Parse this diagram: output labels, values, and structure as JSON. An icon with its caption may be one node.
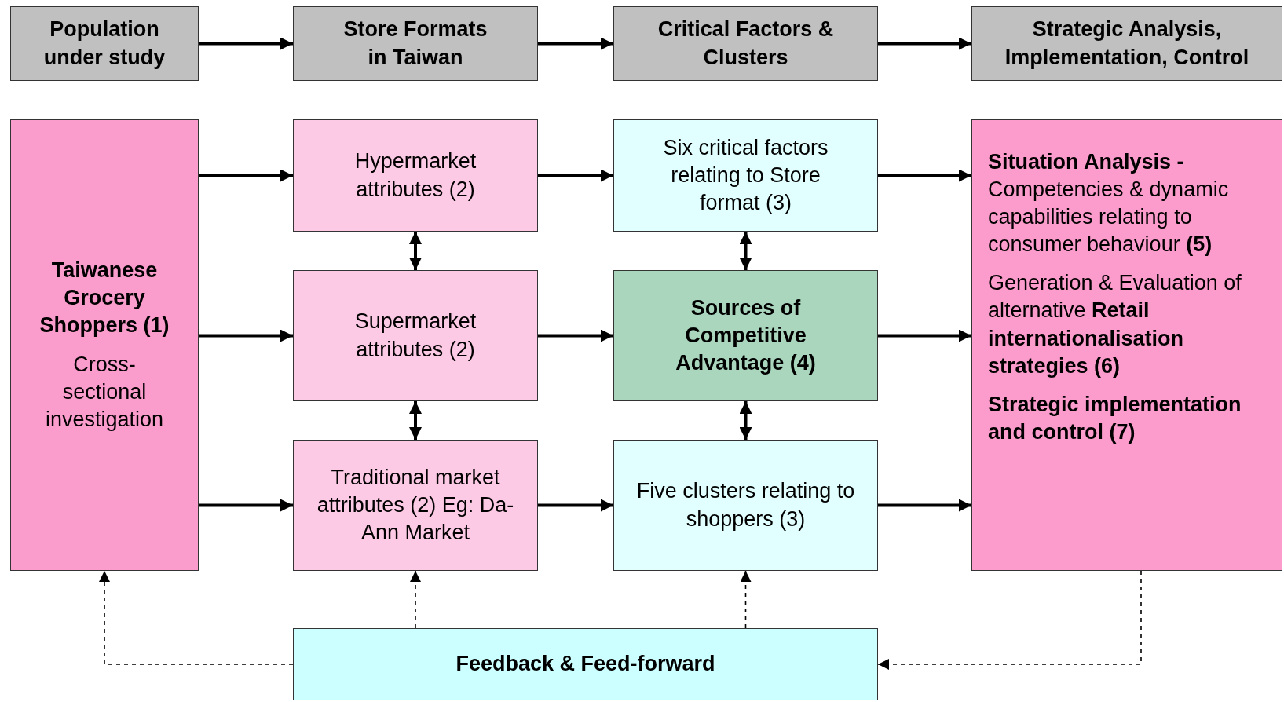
{
  "diagram": {
    "nodes": [
      {
        "text": [
          "Population under study"
        ]
      },
      {
        "text": [
          "Store Formats in Taiwan"
        ]
      },
      {
        "text": [
          "Critical Factors & Clusters"
        ]
      },
      {
        "text": [
          "Strategic Analysis, Implementation, Control"
        ]
      },
      {
        "text": [
          "Taiwanese Grocery Shoppers (1)",
          "Cross-sectional investigation"
        ]
      },
      {
        "text": [
          "Hypermarket attributes (2)"
        ]
      },
      {
        "text": [
          "Six critical factors relating to Store format (3)"
        ]
      },
      {
        "text": [
          "Supermarket attributes (2)"
        ]
      },
      {
        "text": [
          "Sources of Competitive Advantage (4)"
        ]
      },
      {
        "text": [
          "Traditional market attributes (2) Eg: Da-Ann Market"
        ]
      },
      {
        "text": [
          "Five clusters relating to shoppers (3)"
        ]
      },
      {
        "text": [
          "**Situation Analysis -** Competencies & dynamic capabilities relating to consumer behaviour **(5)**",
          "Generation & Evaluation of alternative **Retail internationalisation strategies (6)**",
          "Strategic implementation and control (7)"
        ]
      },
      {
        "text": [
          "Feedback & Feed-forward"
        ]
      }
    ],
    "edges": [
      {
        "from": 0,
        "to": 1,
        "arrow": "to"
      },
      {
        "from": 1,
        "to": 2,
        "arrow": "to"
      },
      {
        "from": 2,
        "to": 3,
        "arrow": "to"
      },
      {
        "from": 4,
        "to": 5,
        "arrow": "to"
      },
      {
        "from": 4,
        "to": 7,
        "arrow": "to"
      },
      {
        "from": 4,
        "to": 9,
        "arrow": "to"
      },
      {
        "from": 5,
        "to": 6,
        "arrow": "to"
      },
      {
        "from": 7,
        "to": 8,
        "arrow": "to"
      },
      {
        "from": 9,
        "to": 10,
        "arrow": "to"
      },
      {
        "from": 6,
        "to": 11,
        "arrow": "to"
      },
      {
        "from": 8,
        "to": 11,
        "arrow": "to"
      },
      {
        "from": 10,
        "to": 11,
        "arrow": "to"
      },
      {
        "from": 5,
        "to": 7,
        "arrow": "both"
      },
      {
        "from": 7,
        "to": 9,
        "arrow": "both"
      },
      {
        "from": 6,
        "to": 8,
        "arrow": "both"
      },
      {
        "from": 8,
        "to": 10,
        "arrow": "both"
      },
      {
        "from": 12,
        "to": 4,
        "arrow": "to",
        "style": "dashed"
      },
      {
        "from": 12,
        "to": 9,
        "arrow": "to",
        "style": "dashed"
      },
      {
        "from": 12,
        "to": 10,
        "arrow": "to",
        "style": "dashed"
      },
      {
        "from": 11,
        "to": 12,
        "arrow": "to",
        "style": "dashed"
      }
    ]
  }
}
